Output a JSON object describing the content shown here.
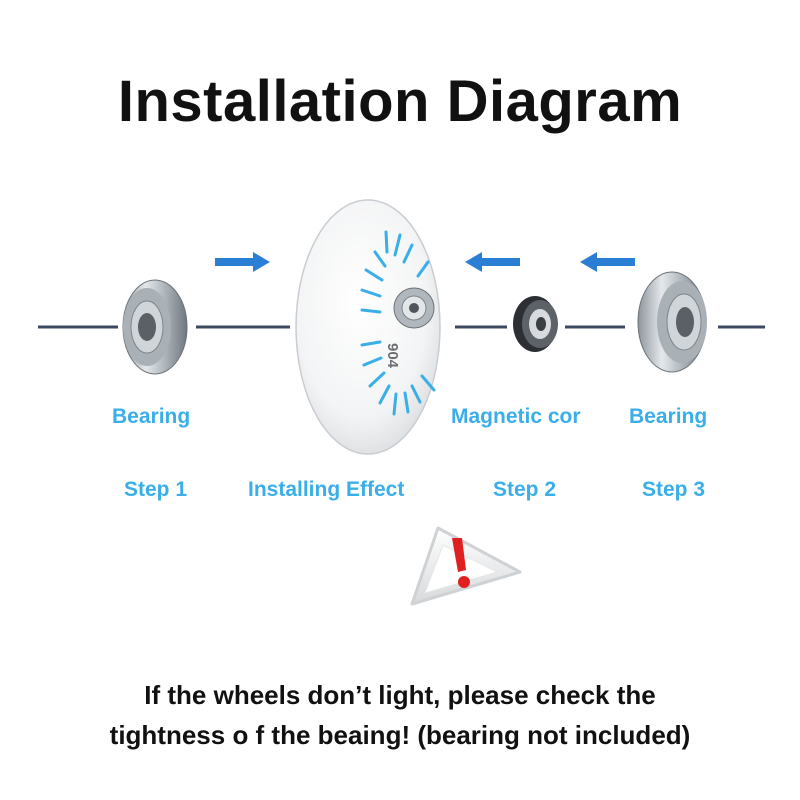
{
  "title": "Installation Diagram",
  "parts": {
    "bearing_left": "Bearing",
    "magnetic_core": "Magnetic cor",
    "bearing_right": "Bearing"
  },
  "steps": {
    "step1": "Step 1",
    "installing_effect": "Installing Effect",
    "step2": "Step 2",
    "step3": "Step 3"
  },
  "wheel_marking": "904",
  "note": {
    "line1": "If the wheels don’t light, please check the",
    "line2": "tightness o f the beaing! (bearing not included)"
  },
  "colors": {
    "label_blue": "#3aaee8",
    "arrow_blue": "#2a7fd4",
    "axle": "#3b4a5e",
    "warning_red": "#e02020"
  }
}
